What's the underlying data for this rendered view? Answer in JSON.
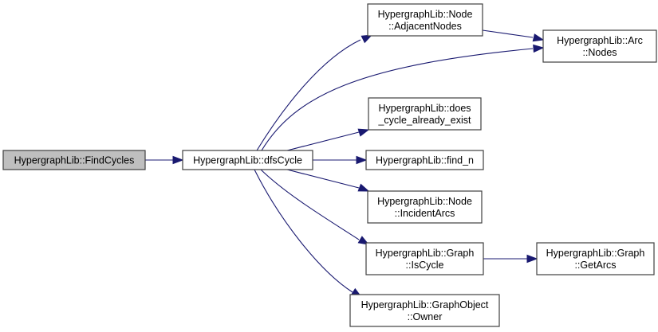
{
  "diagram": {
    "type": "call-graph",
    "colors": {
      "edge": "#191970",
      "root_fill": "#bfbfbf",
      "node_fill": "#ffffff",
      "node_border": "#404040"
    },
    "nodes": [
      {
        "id": "findcycles",
        "lines": [
          "HypergraphLib::FindCycles"
        ],
        "root": true
      },
      {
        "id": "dfscycle",
        "lines": [
          "HypergraphLib::dfsCycle"
        ]
      },
      {
        "id": "adjacentnodes",
        "lines": [
          "HypergraphLib::Node",
          "::AdjacentNodes"
        ]
      },
      {
        "id": "arcnodes",
        "lines": [
          "HypergraphLib::Arc",
          "::Nodes"
        ]
      },
      {
        "id": "doescycle",
        "lines": [
          "HypergraphLib::does",
          "_cycle_already_exist"
        ]
      },
      {
        "id": "findn",
        "lines": [
          "HypergraphLib::find_n"
        ]
      },
      {
        "id": "incidentarcs",
        "lines": [
          "HypergraphLib::Node",
          "::IncidentArcs"
        ]
      },
      {
        "id": "iscycle",
        "lines": [
          "HypergraphLib::Graph",
          "::IsCycle"
        ]
      },
      {
        "id": "getarcs",
        "lines": [
          "HypergraphLib::Graph",
          "::GetArcs"
        ]
      },
      {
        "id": "owner",
        "lines": [
          "HypergraphLib::GraphObject",
          "::Owner"
        ]
      }
    ],
    "edges": [
      {
        "from": "findcycles",
        "to": "dfscycle"
      },
      {
        "from": "dfscycle",
        "to": "adjacentnodes"
      },
      {
        "from": "dfscycle",
        "to": "arcnodes"
      },
      {
        "from": "dfscycle",
        "to": "doescycle"
      },
      {
        "from": "dfscycle",
        "to": "findn"
      },
      {
        "from": "dfscycle",
        "to": "incidentarcs"
      },
      {
        "from": "dfscycle",
        "to": "iscycle"
      },
      {
        "from": "dfscycle",
        "to": "owner"
      },
      {
        "from": "adjacentnodes",
        "to": "arcnodes"
      },
      {
        "from": "iscycle",
        "to": "getarcs"
      }
    ]
  }
}
